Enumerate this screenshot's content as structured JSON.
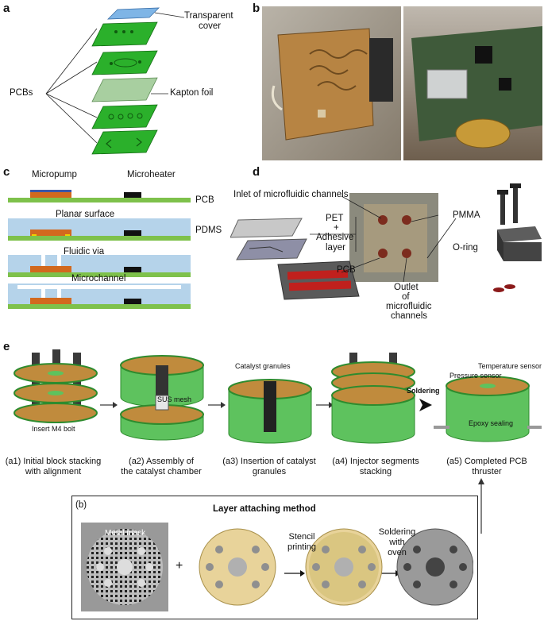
{
  "panels": {
    "a": "a",
    "b": "b",
    "c": "c",
    "d": "d",
    "e": "e"
  },
  "panel_a": {
    "pcbs": "PCBs",
    "transparent_cover_1": "Transparent",
    "transparent_cover_2": "cover",
    "kapton_foil": "Kapton foil"
  },
  "panel_c": {
    "micropump": "Micropump",
    "microheater": "Microheater",
    "pcb": "PCB",
    "planar_surface": "Planar surface",
    "pdms": "PDMS",
    "fluidic_via": "Fluidic via",
    "microchannel": "Microchannel"
  },
  "panel_d": {
    "inlet": "Inlet of microfluidic channels",
    "pet": "PET",
    "plus": "+",
    "adhesive": "Adhesive",
    "layer": "layer",
    "pmma": "PMMA",
    "oring": "O-ring",
    "pcb": "PCB",
    "outlet_1": "Outlet",
    "outlet_2": "of",
    "outlet_3": "microfluidic",
    "outlet_4": "channels"
  },
  "panel_e": {
    "insert_bolt": "Insert M4 bolt",
    "sus_mesh": "SUS mesh",
    "catalyst_granules": "Catalyst granules",
    "soldering": "Soldering",
    "pressure_sensor": "Pressure sensor",
    "temperature_sensor": "Temperature sensor",
    "epoxy_sealing": "Epoxy sealing",
    "captions": [
      [
        "(a1) Initial block stacking",
        "with alignment"
      ],
      [
        "(a2) Assembly of",
        "the catalyst chamber"
      ],
      [
        "(a3) Insertion of catalyst",
        "granules"
      ],
      [
        "(a4) Injector segments",
        "stacking"
      ],
      [
        "(a5) Completed PCB",
        "thruster"
      ]
    ]
  },
  "panel_e_b": {
    "label": "(b)",
    "title": "Layer attaching method",
    "metal_mask": "Metal mask",
    "plus": "+",
    "stencil_1": "Stencil",
    "stencil_2": "printing",
    "solder_1": "Soldering",
    "solder_2": "with",
    "solder_3": "oven"
  }
}
